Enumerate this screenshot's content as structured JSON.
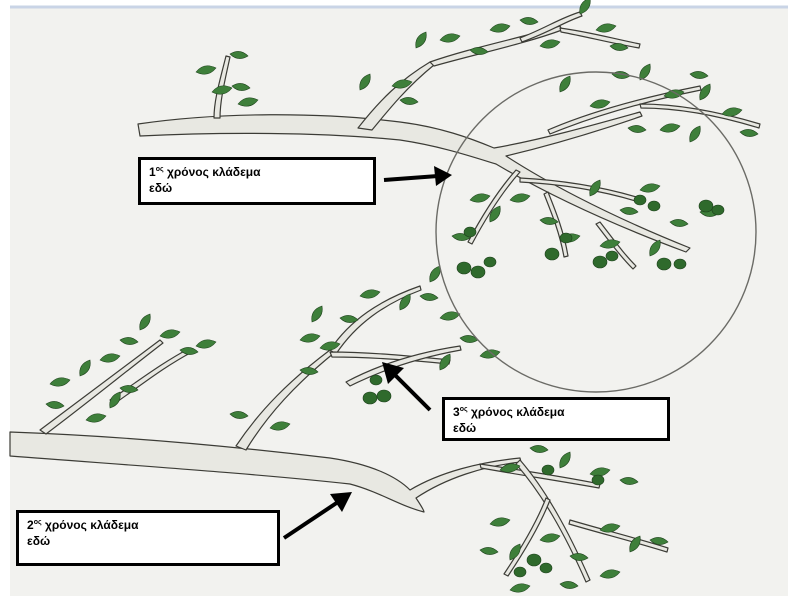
{
  "labels": [
    {
      "ordinal": "1",
      "suffix": "ος",
      "line1": "χρόνος κλάδεμα",
      "line2": "εδώ"
    },
    {
      "ordinal": "3",
      "suffix": "ος",
      "line1": "χρόνος κλάδεμα",
      "line2": "εδώ"
    },
    {
      "ordinal": "2",
      "suffix": "ος",
      "line1": "χρόνος κλάδεμα",
      "line2": "εδώ"
    }
  ],
  "colors": {
    "branch": "#d9d9d0",
    "branch_outline": "#3c3c36",
    "leaf": "#3e7f3a",
    "olive": "#2f6a2c",
    "background": "#f2f2ef"
  }
}
